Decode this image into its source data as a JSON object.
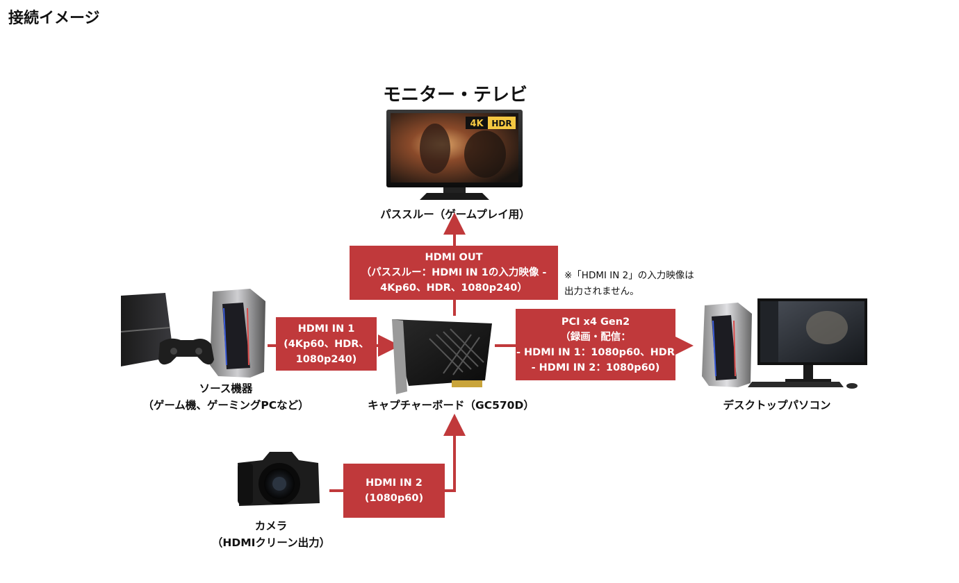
{
  "page": {
    "title": "接続イメージ"
  },
  "monitor": {
    "heading": "モニター・テレビ",
    "caption": "パススルー（ゲームプレイ用）",
    "badge_4k": "4K",
    "badge_hdr": "HDR"
  },
  "source": {
    "caption_line1": "ソース機器",
    "caption_line2": "（ゲーム機、ゲーミングPCなど）"
  },
  "capture_board": {
    "caption": "キャプチャーボード（GC570D）"
  },
  "desktop": {
    "caption": "デスクトップパソコン"
  },
  "camera": {
    "caption_line1": "カメラ",
    "caption_line2": "（HDMIクリーン出力）"
  },
  "labels": {
    "hdmi_out": {
      "line1": "HDMI OUT",
      "line2": "（パススルー：HDMI IN 1の入力映像 -",
      "line3": "4Kp60、HDR、1080p240）"
    },
    "hdmi_in1": {
      "line1": "HDMI IN 1",
      "line2": "(4Kp60、HDR、",
      "line3": "1080p240)"
    },
    "pci": {
      "line1": "PCI x4 Gen2",
      "line2": "（録画・配信：",
      "line3": "- HDMI IN 1：1080p60、HDR",
      "line4": "- HDMI IN 2：1080p60)"
    },
    "hdmi_in2": {
      "line1": "HDMI IN 2",
      "line2": "(1080p60)"
    }
  },
  "note": {
    "line1": "※「HDMI IN 2」の入力映像は",
    "line2": "出力されません。"
  },
  "colors": {
    "accent": "#c0393b"
  }
}
